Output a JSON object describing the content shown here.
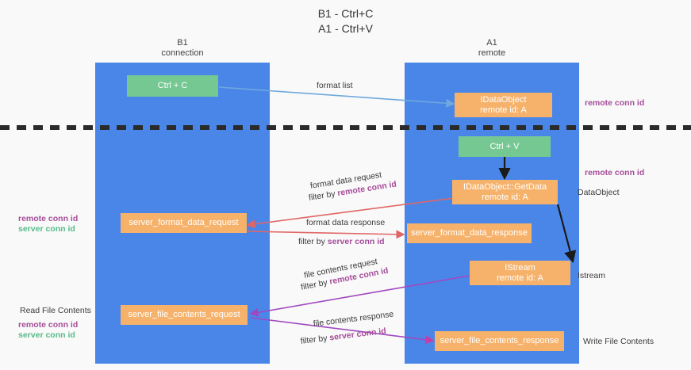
{
  "title": "B1 - Ctrl+C\nA1 - Ctrl+V",
  "lanes": [
    {
      "name": "left-lane",
      "header": "B1\nconnection"
    },
    {
      "name": "right-lane",
      "header": "A1\nremote"
    }
  ],
  "nodes": {
    "ctrl_c": {
      "line1": "Ctrl + C",
      "line2": ""
    },
    "idataobject": {
      "line1": "IDataObject",
      "line2": "remote id: A"
    },
    "ctrl_v": {
      "line1": "Ctrl + V",
      "line2": ""
    },
    "getdata": {
      "line1": "IDataObject::GetData",
      "line2": "remote id: A"
    },
    "format_request": {
      "line1": "server_format_data_request",
      "line2": ""
    },
    "format_response": {
      "line1": "server_format_data_response",
      "line2": ""
    },
    "istream": {
      "line1": "IStream",
      "line2": "remote id: A"
    },
    "file_request": {
      "line1": "server_file_contents_request",
      "line2": ""
    },
    "file_response": {
      "line1": "server_file_contents_response",
      "line2": ""
    }
  },
  "edges": {
    "format_list": "format list",
    "format_data_request": "format data request",
    "format_data_request_filter_prefix": "filter by ",
    "format_data_request_filter_key": "remote conn id",
    "format_data_response": "format data response",
    "format_data_response_filter_prefix": "filter by ",
    "format_data_response_filter_key": "server conn id",
    "file_contents_request": "file contents request",
    "file_contents_request_filter_prefix": "filter by ",
    "file_contents_request_filter_key": "remote conn id",
    "file_contents_response": "file contents response",
    "file_contents_response_filter_prefix": "filter by ",
    "file_contents_response_filter_key": "server conn id"
  },
  "side_labels": {
    "right_top_remote": "remote conn id",
    "right_mid_remote": "remote conn id",
    "right_dataobject": "DataObject",
    "right_istream": "Istream",
    "right_write_file": "Write File Contents",
    "left_mid_remote": "remote conn id",
    "left_mid_server": "server conn id",
    "left_read_file": "Read File Contents",
    "left_low_remote": "remote conn id",
    "left_low_server": "server conn id"
  },
  "colors": {
    "lane": "#4a86e8",
    "node_orange": "#f6b26b",
    "node_green": "#76c893",
    "arrow_blue": "#6fa8dc",
    "arrow_red": "#e06666",
    "arrow_magenta": "#c23fa8",
    "arrow_purple": "#9b59b6",
    "arrow_black": "#1a1a1a",
    "highlight_purple": "#a64d9a",
    "highlight_green": "#57bb8a",
    "divider": "#2b2b2b"
  }
}
